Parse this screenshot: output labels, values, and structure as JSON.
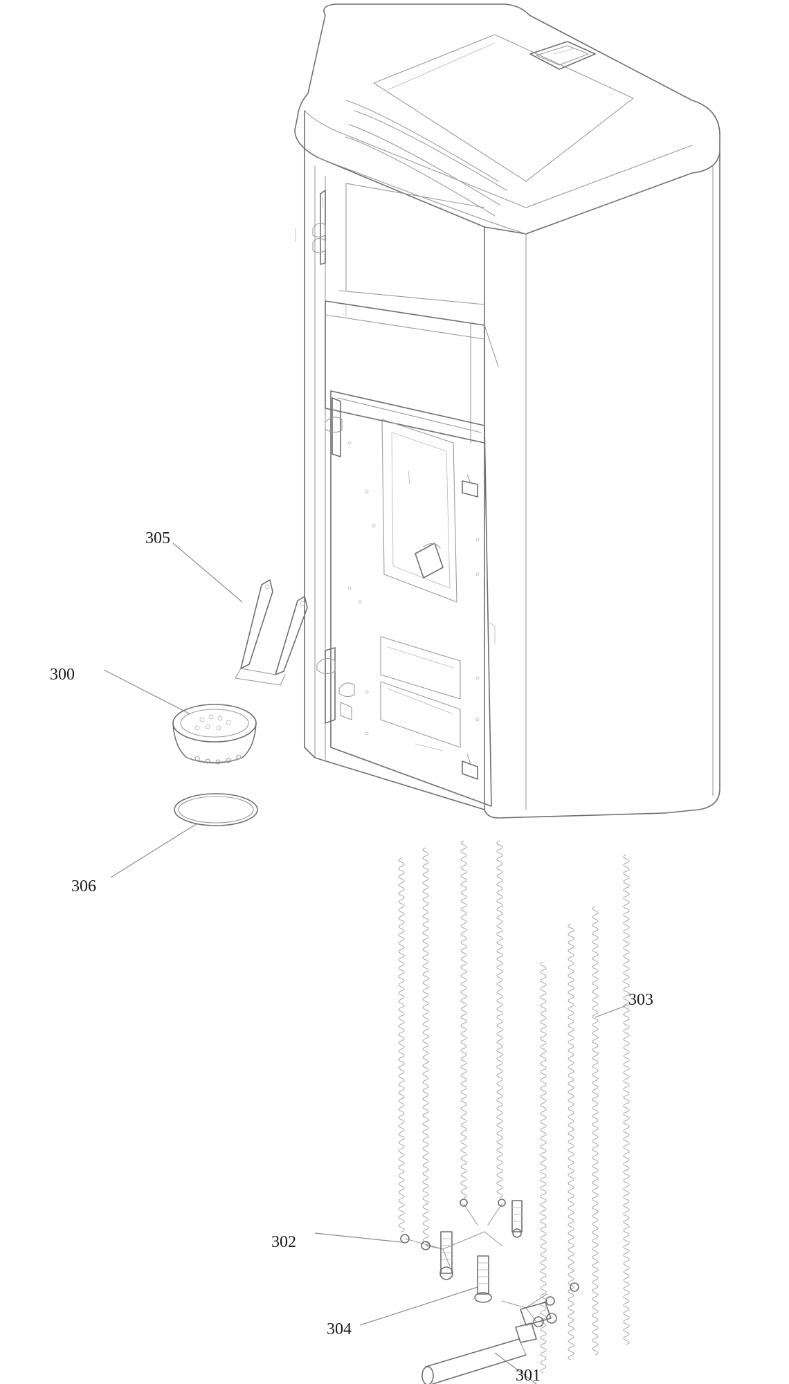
{
  "labels": {
    "p300": "300",
    "p301": "301",
    "p302": "302",
    "p303": "303",
    "p304": "304",
    "p305": "305",
    "p306": "306"
  },
  "colors": {
    "line": "#6e6e6e",
    "text": "#1a1a1a",
    "background": "#ffffff"
  }
}
